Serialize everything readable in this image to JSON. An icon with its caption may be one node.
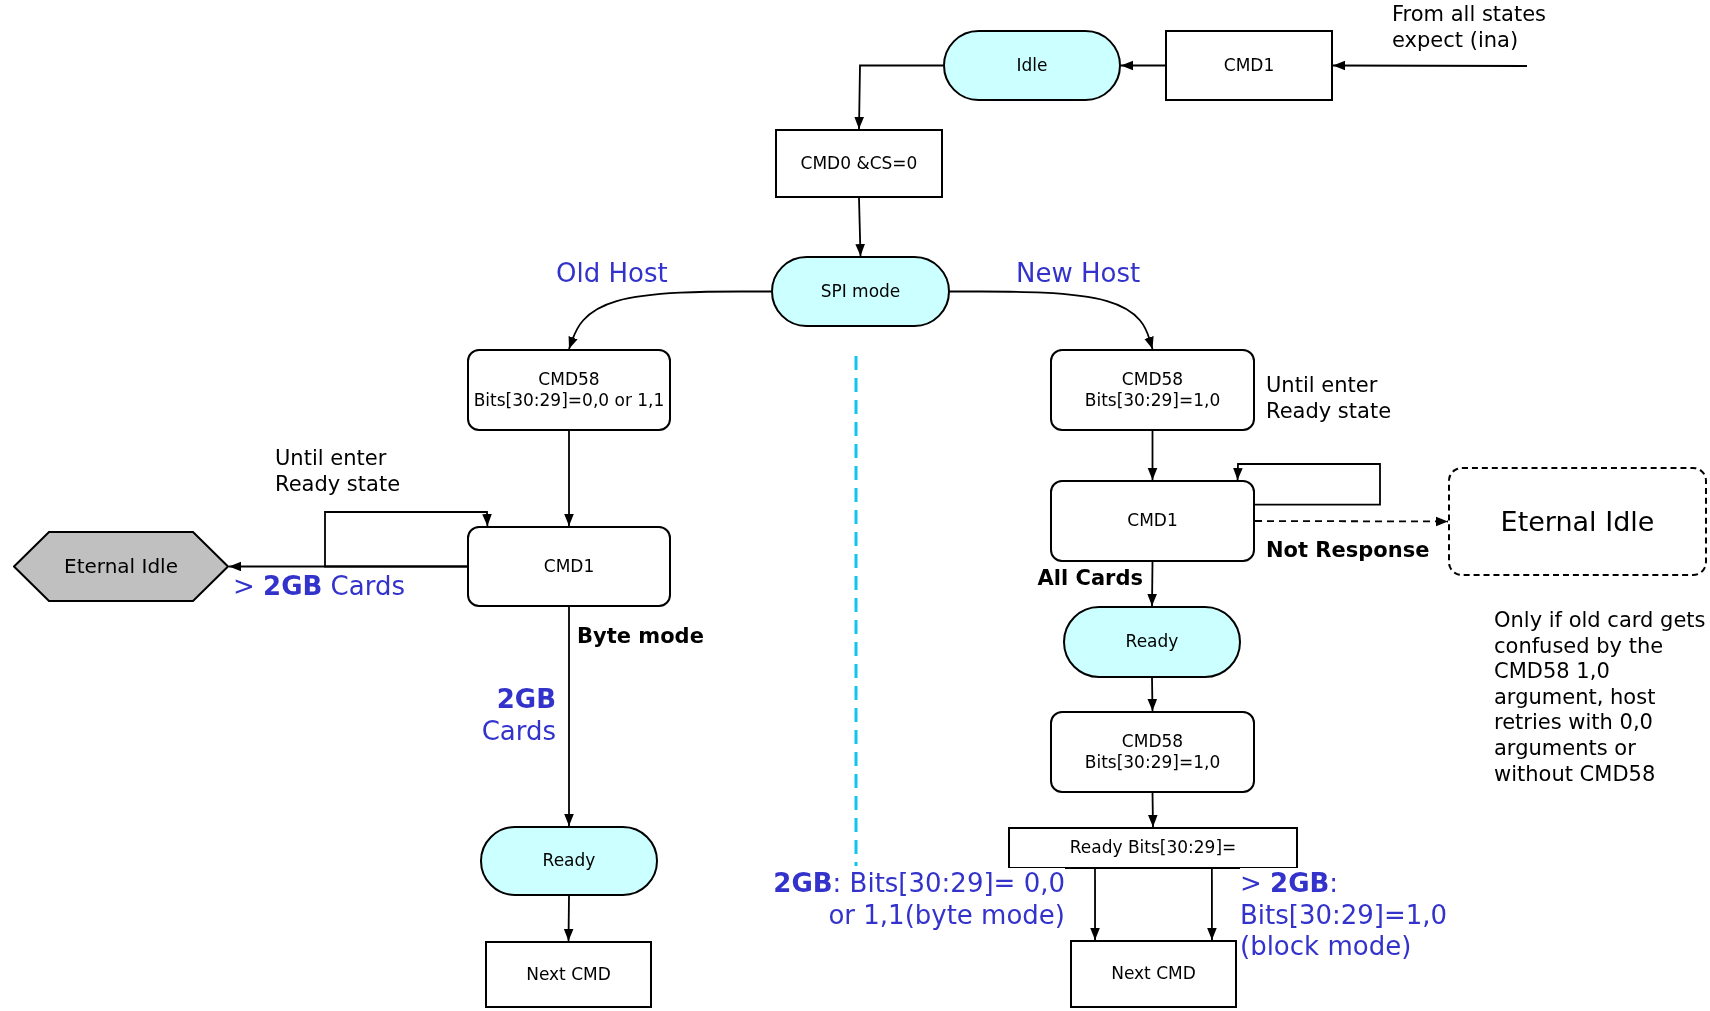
{
  "diagram": {
    "nodes": [
      {
        "text": [
          "Idle"
        ]
      },
      {
        "text": [
          "CMD1"
        ]
      },
      {
        "text": [
          "CMD0 &CS=0"
        ]
      },
      {
        "text": [
          "SPI mode"
        ]
      },
      {
        "text": [
          "CMD58",
          "Bits[30:29]=0,0 or 1,1"
        ]
      },
      {
        "text": [
          "CMD1"
        ]
      },
      {
        "text": [
          "Eternal Idle"
        ]
      },
      {
        "text": [
          "Ready"
        ]
      },
      {
        "text": [
          "Next CMD"
        ]
      },
      {
        "text": [
          "CMD58",
          "Bits[30:29]=1,0"
        ]
      },
      {
        "text": [
          "CMD1"
        ]
      },
      {
        "text": [
          "Eternal Idle"
        ]
      },
      {
        "text": [
          "Ready"
        ]
      },
      {
        "text": [
          "CMD58",
          "Bits[30:29]=1,0"
        ]
      },
      {
        "text": [
          "Ready Bits[30:29]="
        ]
      },
      {
        "text": [
          "Next CMD"
        ]
      }
    ],
    "edges": [
      {
        "from": 1,
        "to": 0,
        "arrow": "to"
      },
      {
        "from": null,
        "to": 1,
        "arrow": "to",
        "label": "From all states expect (ina)"
      },
      {
        "from": 0,
        "to": 2,
        "arrow": "to"
      },
      {
        "from": 2,
        "to": 3,
        "arrow": "to"
      },
      {
        "from": 3,
        "to": 4,
        "arrow": "to",
        "label": "Old Host"
      },
      {
        "from": 3,
        "to": 9,
        "arrow": "to",
        "label": "New Host"
      },
      {
        "from": 4,
        "to": 5,
        "arrow": "to"
      },
      {
        "from": 5,
        "to": 6,
        "arrow": "to",
        "label": "> **2GB** Cards"
      },
      {
        "from": 5,
        "to": 5,
        "arrow": "to",
        "label": "Until enter Ready state"
      },
      {
        "from": 5,
        "to": 7,
        "arrow": "to",
        "label": "Byte mode"
      },
      {
        "from": 7,
        "to": 8,
        "arrow": "to"
      },
      {
        "from": 9,
        "to": 10,
        "arrow": "to"
      },
      {
        "from": 10,
        "to": 10,
        "arrow": "to",
        "label": "Until enter Ready state"
      },
      {
        "from": 10,
        "to": 11,
        "arrow": "to",
        "label": "Not Response",
        "style": "dashed"
      },
      {
        "from": 10,
        "to": 12,
        "arrow": "to",
        "label": "All Cards"
      },
      {
        "from": 12,
        "to": 13,
        "arrow": "to"
      },
      {
        "from": 13,
        "to": 14,
        "arrow": "to"
      },
      {
        "from": 14,
        "to": 15,
        "arrow": "to",
        "label": "**2GB**: Bits[30:29]= 0,0 or 1,1(byte mode)"
      },
      {
        "from": 14,
        "to": 15,
        "arrow": "to",
        "label": "> **2GB**: Bits[30:29]=1,0 (block mode)"
      }
    ],
    "labels": [
      "**2GB** Cards",
      "Only if old card gets confused by the CMD58 1,0 argument, host retries with 0,0 arguments or without CMD58"
    ]
  }
}
